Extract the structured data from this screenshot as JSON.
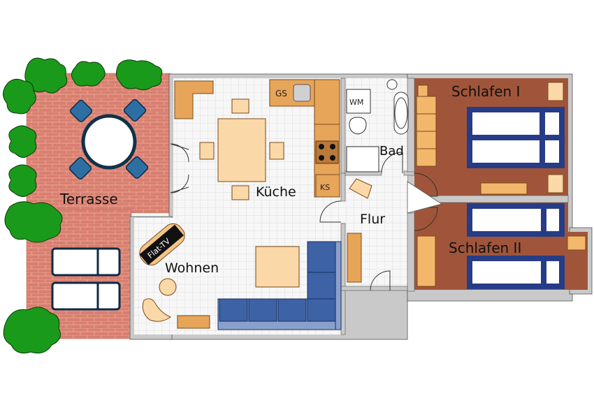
{
  "rooms": {
    "terrasse": "Terrasse",
    "kueche": "Küche",
    "wohnen": "Wohnen",
    "bad": "Bad",
    "flur": "Flur",
    "schlafen1": "Schlafen I",
    "schlafen2": "Schlafen II"
  },
  "appliances": {
    "gs": "GS",
    "ks": "KS",
    "wm": "WM",
    "tv": "Flat-TV"
  },
  "colors": {
    "brick": "#d97f6f",
    "wood": "#f2b76a",
    "wood_light": "#fbd8a8",
    "bedroom_floor": "#a0553a",
    "sofa": "#3d62a6",
    "bed": "#263c86",
    "plant": "#1a9a1a",
    "grid": "#e6e6e6"
  }
}
